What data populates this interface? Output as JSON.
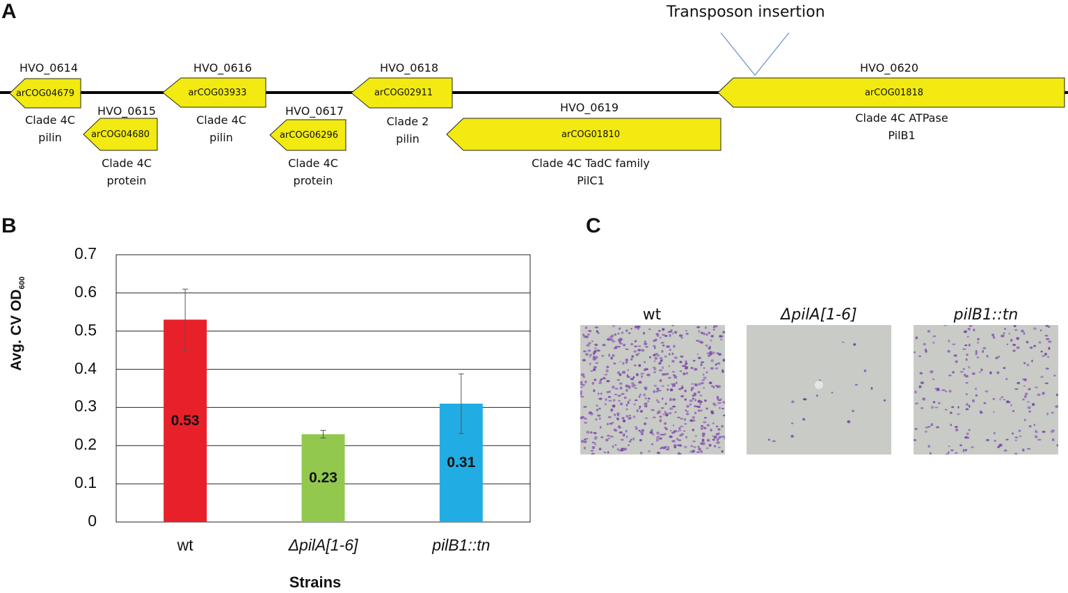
{
  "panels": {
    "a": "A",
    "b": "B",
    "c": "C"
  },
  "panel_a": {
    "transposon_label": "Transposon insertion",
    "genes": [
      {
        "name": "HVO_0614",
        "cog": "arCOG04679",
        "desc": [
          "Clade 4C",
          "pilin"
        ]
      },
      {
        "name": "HVO_0615",
        "cog": "arCOG04680",
        "desc": [
          "Clade 4C",
          "protein"
        ]
      },
      {
        "name": "HVO_0616",
        "cog": "arCOG03933",
        "desc": [
          "Clade 4C",
          "pilin"
        ]
      },
      {
        "name": "HVO_0617",
        "cog": "arCOG06296",
        "desc": [
          "Clade 4C",
          "protein"
        ]
      },
      {
        "name": "HVO_0618",
        "cog": "arCOG02911",
        "desc": [
          "Clade 2",
          "pilin"
        ]
      },
      {
        "name": "HVO_0619",
        "cog": "arCOG01810",
        "desc": [
          "Clade 4C TadC family",
          "PilC1"
        ]
      },
      {
        "name": "HVO_0620",
        "cog": "arCOG01818",
        "desc": [
          "Clade 4C ATPase",
          "PilB1"
        ]
      }
    ],
    "colors": {
      "gene_fill": "#f2ea10",
      "gene_stroke": "#222222",
      "line": "#000000",
      "transposon": "#6a8fc8"
    }
  },
  "chart_data": {
    "type": "bar",
    "categories": [
      "wt",
      "ΔpilA[1-6]",
      "pilB1::tn"
    ],
    "values": [
      0.53,
      0.23,
      0.31
    ],
    "value_labels": [
      "0.53",
      "0.23",
      "0.31"
    ],
    "error_bars": [
      0.08,
      0.01,
      0.078
    ],
    "colors": [
      "#e8202a",
      "#92c84e",
      "#21ade4"
    ],
    "ylim": [
      0,
      0.7
    ],
    "yticks": [
      "0",
      "0.1",
      "0.2",
      "0.3",
      "0.4",
      "0.5",
      "0.6",
      "0.7"
    ],
    "ylabel_main": "Avg.  CV OD",
    "ylabel_sub": "600",
    "xlabel": "Strains",
    "grid": true
  },
  "panel_c": {
    "labels": [
      "wt",
      "ΔpilA[1-6]",
      "pilB1::tn"
    ],
    "density": [
      1.0,
      0.03,
      0.35
    ]
  }
}
